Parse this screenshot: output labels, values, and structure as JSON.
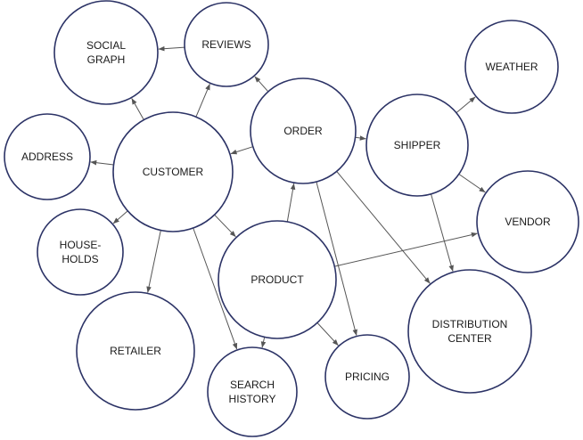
{
  "diagram": {
    "colors": {
      "node_stroke": "#2c3366",
      "node_fill": "#ffffff",
      "edge": "#555555",
      "text": "#1a1a1a"
    },
    "nodes": [
      {
        "id": "social_graph",
        "lines": [
          "SOCIAL",
          "GRAPH"
        ]
      },
      {
        "id": "reviews",
        "lines": [
          "REVIEWS"
        ]
      },
      {
        "id": "weather",
        "lines": [
          "WEATHER"
        ]
      },
      {
        "id": "address",
        "lines": [
          "ADDRESS"
        ]
      },
      {
        "id": "customer",
        "lines": [
          "CUSTOMER"
        ]
      },
      {
        "id": "order",
        "lines": [
          "ORDER"
        ]
      },
      {
        "id": "shipper",
        "lines": [
          "SHIPPER"
        ]
      },
      {
        "id": "vendor",
        "lines": [
          "VENDOR"
        ]
      },
      {
        "id": "households",
        "lines": [
          "HOUSE-",
          "HOLDS"
        ]
      },
      {
        "id": "product",
        "lines": [
          "PRODUCT"
        ]
      },
      {
        "id": "retailer",
        "lines": [
          "RETAILER"
        ]
      },
      {
        "id": "search_history",
        "lines": [
          "SEARCH",
          "HISTORY"
        ]
      },
      {
        "id": "pricing",
        "lines": [
          "PRICING"
        ]
      },
      {
        "id": "distribution_center",
        "lines": [
          "DISTRIBUTION",
          "CENTER"
        ]
      }
    ],
    "edges": [
      {
        "from": "reviews",
        "to": "social_graph"
      },
      {
        "from": "customer",
        "to": "social_graph"
      },
      {
        "from": "customer",
        "to": "reviews"
      },
      {
        "from": "customer",
        "to": "address"
      },
      {
        "from": "customer",
        "to": "households"
      },
      {
        "from": "customer",
        "to": "retailer"
      },
      {
        "from": "customer",
        "to": "search_history"
      },
      {
        "from": "customer",
        "to": "product"
      },
      {
        "from": "order",
        "to": "reviews"
      },
      {
        "from": "order",
        "to": "customer"
      },
      {
        "from": "order",
        "to": "shipper"
      },
      {
        "from": "order",
        "to": "pricing"
      },
      {
        "from": "order",
        "to": "distribution_center"
      },
      {
        "from": "shipper",
        "to": "weather"
      },
      {
        "from": "shipper",
        "to": "vendor"
      },
      {
        "from": "shipper",
        "to": "distribution_center"
      },
      {
        "from": "product",
        "to": "order"
      },
      {
        "from": "product",
        "to": "vendor"
      },
      {
        "from": "product",
        "to": "search_history"
      },
      {
        "from": "product",
        "to": "pricing"
      }
    ]
  }
}
